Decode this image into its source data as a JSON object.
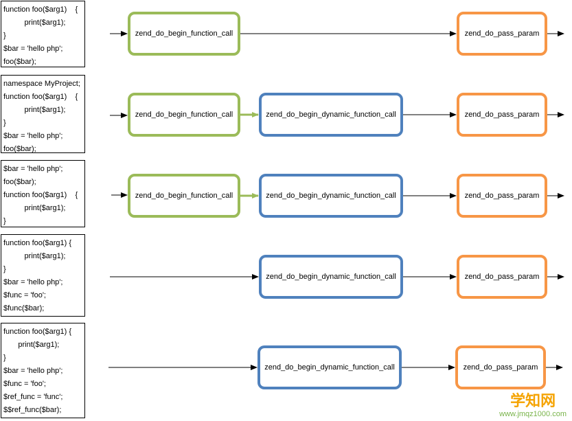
{
  "rows": [
    {
      "code": [
        "function foo($arg1)    {",
        "          print($arg1);",
        "}",
        "$bar = 'hello php';",
        "foo($bar);"
      ],
      "nodes": [
        "zend_do_begin_function_call",
        "zend_do_pass_param"
      ]
    },
    {
      "code": [
        "namespace MyProject;",
        "function foo($arg1)    {",
        "          print($arg1);",
        "}",
        "$bar = 'hello php';",
        "foo($bar);"
      ],
      "nodes": [
        "zend_do_begin_function_call",
        "zend_do_begin_dynamic_function_call",
        "zend_do_pass_param"
      ]
    },
    {
      "code": [
        "$bar = 'hello php';",
        "foo($bar);",
        "function foo($arg1)    {",
        "          print($arg1);",
        "}"
      ],
      "nodes": [
        "zend_do_begin_function_call",
        "zend_do_begin_dynamic_function_call",
        "zend_do_pass_param"
      ]
    },
    {
      "code": [
        "function foo($arg1) {",
        "          print($arg1);",
        "}",
        "$bar = 'hello php';",
        "$func = 'foo';",
        "$func($bar);"
      ],
      "nodes": [
        "zend_do_begin_dynamic_function_call",
        "zend_do_pass_param"
      ]
    },
    {
      "code": [
        "function foo($arg1) {",
        "       print($arg1);",
        "}",
        "$bar = 'hello php';",
        "$func = 'foo';",
        "$ref_func = 'func';",
        "$$ref_func($bar);"
      ],
      "nodes": [
        "zend_do_begin_dynamic_function_call",
        "zend_do_pass_param"
      ]
    }
  ],
  "watermark": {
    "brand": "学知网",
    "url": "www.jmqz1000.com"
  },
  "colors": {
    "green": "#9bbb59",
    "blue": "#4f81bd",
    "orange": "#f79646",
    "arrow": "#000000",
    "green_arrow": "#9bbb59"
  }
}
